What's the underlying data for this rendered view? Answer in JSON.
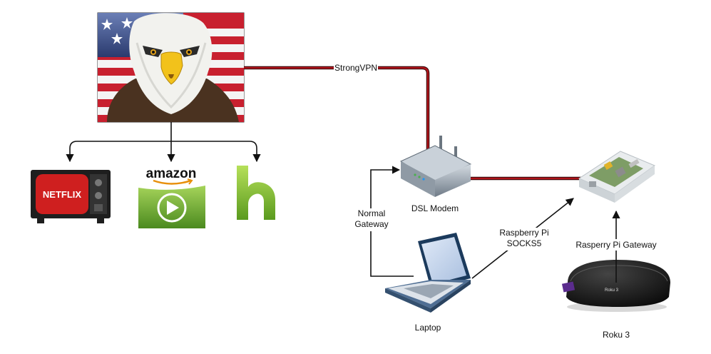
{
  "labels": {
    "vpn": "StrongVPN",
    "modem": "DSL Modem",
    "normal_gateway_1": "Normal",
    "normal_gateway_2": "Gateway",
    "socks_1": "Raspberry Pi",
    "socks_2": "SOCKS5",
    "pi_gateway": "Rasperry Pi Gateway",
    "laptop": "Laptop",
    "roku": "Roku 3"
  },
  "logos": {
    "netflix": "NETFLIX",
    "amazon": "amazon",
    "hulu": "h",
    "roku_device": "Roku 3"
  },
  "colors": {
    "vpn_line": "#b0151b",
    "arrow": "#111111",
    "netflix_red": "#e50914",
    "amazon_green": "#7cb342",
    "hulu_green": "#8cc63f",
    "modem_body": "#9aa4ae",
    "roku_body": "#1a1a1a"
  }
}
